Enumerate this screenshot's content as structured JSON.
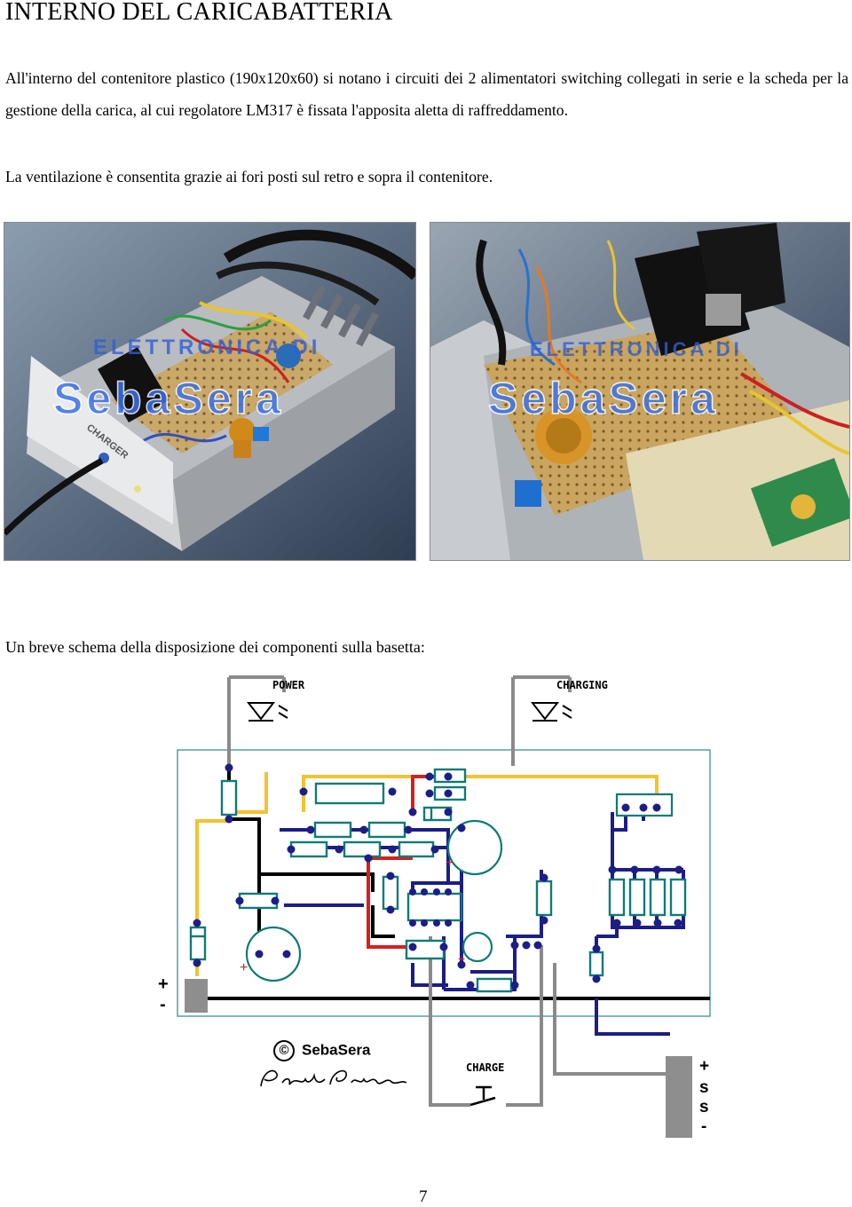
{
  "page": {
    "title": "INTERNO DEL CARICABATTERIA",
    "paragraph_1": "All'interno del contenitore plastico (190x120x60) si notano i circuiti dei 2 alimentatori switching collegati in serie e la scheda per la gestione della carica, al cui regolatore LM317 è fissata l'apposita aletta di raffreddamento.",
    "paragraph_2": "La ventilazione è consentita grazie ai fori posti sul retro e sopra il contenitore.",
    "caption": "Un breve schema della disposizione dei componenti sulla basetta:",
    "page_number": "7"
  },
  "photos": {
    "left": {
      "watermark_top": "ELETTRONICA DI",
      "watermark_brand": "SebaSera",
      "panel_label": "CHARGER"
    },
    "right": {
      "watermark_top": "ELETTRONICA DI",
      "watermark_brand": "SebaSera"
    }
  },
  "schematic": {
    "led_power_label": "POWER",
    "led_charging_label": "CHARGING",
    "switch_label": "CHARGE",
    "input_plus": "+",
    "input_minus": "-",
    "output_pins": [
      "+",
      "s",
      "s",
      "-"
    ],
    "cap_plus": "+"
  },
  "footer": {
    "copyright_symbol": "©",
    "copyright_name": "SebaSera",
    "signature": "Serafini Sebastiano"
  },
  "colors": {
    "wire_yellow": "#f2c230",
    "wire_navy": "#1c1e86",
    "wire_red": "#d42020",
    "wire_gray": "#8a8a8a",
    "component_teal": "#0f7a78",
    "watermark_blue": "#2f5fd4"
  }
}
